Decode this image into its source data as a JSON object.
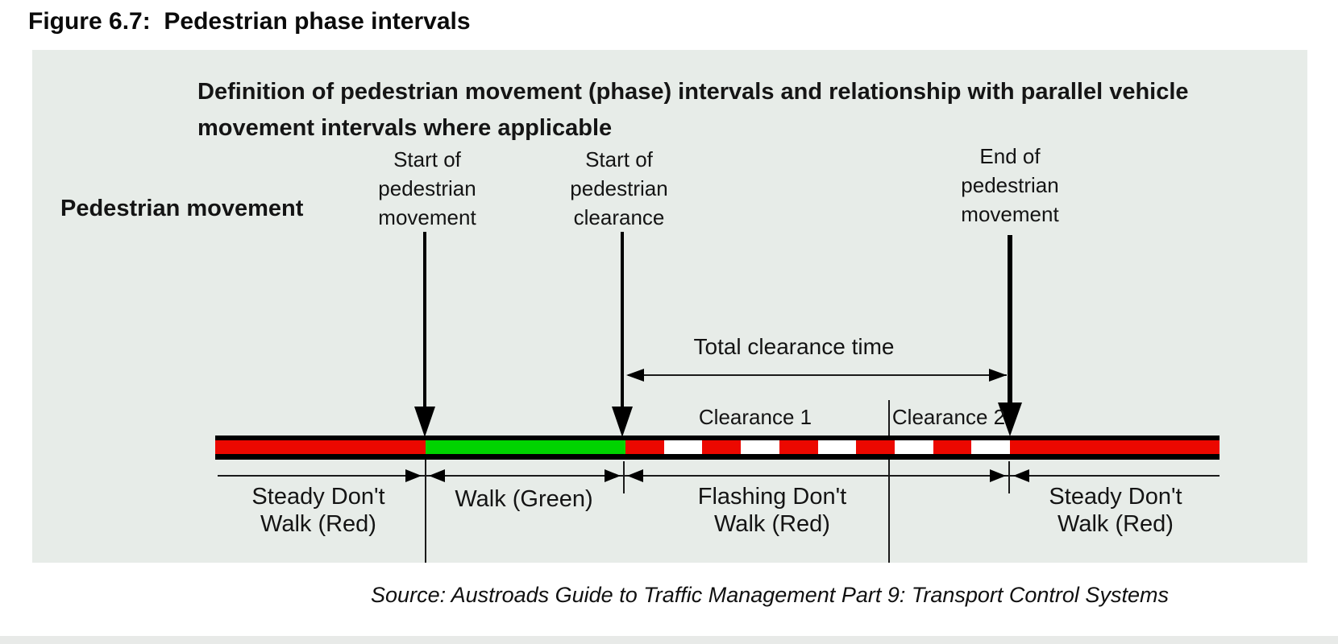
{
  "figure_caption": "Figure 6.7:  Pedestrian phase intervals",
  "panel": {
    "title_lines": [
      "Definition of pedestrian movement (phase) intervals and relationship with parallel vehicle",
      "movement intervals where applicable"
    ],
    "row_label": "Pedestrian movement",
    "markers": {
      "start_movement": "Start of\npedestrian\nmovement",
      "start_clearance": "Start of\npedestrian\nclearance",
      "end_movement": "End of\npedestrian\nmovement"
    },
    "total_clearance_label": "Total clearance time",
    "clearance_1_label": "Clearance 1",
    "clearance_2_label": "Clearance 2",
    "intervals": [
      {
        "label": "Steady Don't\nWalk (Red)",
        "signal": "steady_red"
      },
      {
        "label": "Walk (Green)",
        "signal": "walk_green"
      },
      {
        "label": "Flashing Don't\nWalk (Red)",
        "signal": "flashing_red"
      },
      {
        "label": "Steady Don't\nWalk (Red)",
        "signal": "steady_red"
      }
    ],
    "timeline_bar": {
      "segments": [
        {
          "name": "steady-dont-walk-before",
          "color_key": "red"
        },
        {
          "name": "walk",
          "color_key": "green"
        },
        {
          "name": "flashing-dont-walk",
          "pattern": [
            "red",
            "white",
            "red",
            "white",
            "red",
            "white",
            "red",
            "white",
            "red",
            "white"
          ]
        },
        {
          "name": "steady-dont-walk-after",
          "color_key": "red"
        }
      ]
    }
  },
  "source_line": "Source: Austroads Guide to Traffic Management Part 9: Transport Control Systems",
  "colors": {
    "red": "#ec0800",
    "green": "#00d400",
    "panel_background": "#e7ece8",
    "ink": "#141414"
  }
}
